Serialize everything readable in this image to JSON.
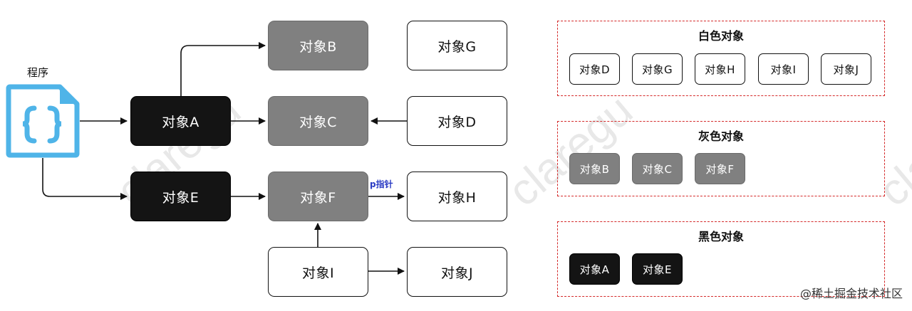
{
  "program": {
    "label": "程序",
    "icon": "code-document-icon"
  },
  "pointer_label": "p指针",
  "nodes": {
    "A": "对象A",
    "B": "对象B",
    "C": "对象C",
    "D": "对象D",
    "E": "对象E",
    "F": "对象F",
    "G": "对象G",
    "H": "对象H",
    "I": "对象I",
    "J": "对象J"
  },
  "legend": {
    "white": {
      "title": "白色对象",
      "items": [
        "对象D",
        "对象G",
        "对象H",
        "对象I",
        "对象J"
      ]
    },
    "gray": {
      "title": "灰色对象",
      "items": [
        "对象B",
        "对象C",
        "对象F"
      ]
    },
    "black": {
      "title": "黑色对象",
      "items": [
        "对象A",
        "对象E"
      ]
    }
  },
  "edges": [
    {
      "from": "程序",
      "to": "对象A"
    },
    {
      "from": "程序",
      "to": "对象E"
    },
    {
      "from": "对象A",
      "to": "对象B"
    },
    {
      "from": "对象A",
      "to": "对象C"
    },
    {
      "from": "对象D",
      "to": "对象C"
    },
    {
      "from": "对象E",
      "to": "对象F"
    },
    {
      "from": "对象F",
      "to": "对象H",
      "label": "p指针"
    },
    {
      "from": "对象I",
      "to": "对象F"
    },
    {
      "from": "对象I",
      "to": "对象J"
    }
  ],
  "colors": {
    "white_node": "#ffffff",
    "gray_node": "#808080",
    "black_node": "#141414",
    "icon_blue": "#4fb4e8",
    "legend_border": "#d42a2a",
    "pointer_label": "#2b3cc4"
  },
  "watermark": "@稀土掘金技术社区",
  "background_watermark": "claregu"
}
